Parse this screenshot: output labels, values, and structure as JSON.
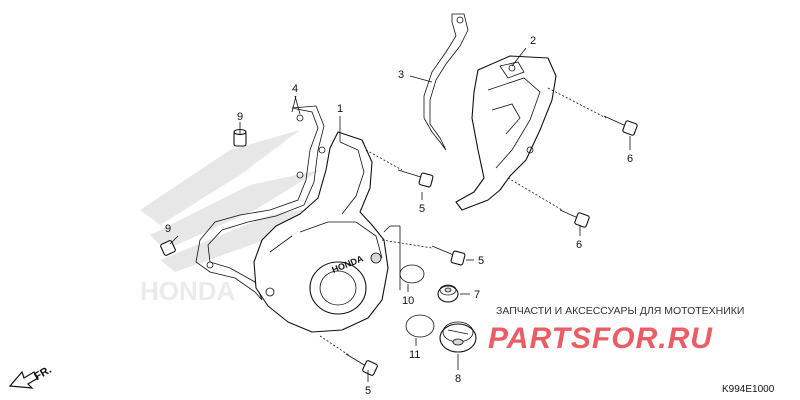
{
  "diagram": {
    "callouts": [
      {
        "id": "c1",
        "label": "1"
      },
      {
        "id": "c2",
        "label": "2"
      },
      {
        "id": "c3",
        "label": "3"
      },
      {
        "id": "c4",
        "label": "4"
      },
      {
        "id": "c5a",
        "label": "5"
      },
      {
        "id": "c5b",
        "label": "5"
      },
      {
        "id": "c5c",
        "label": "5"
      },
      {
        "id": "c6a",
        "label": "6"
      },
      {
        "id": "c6b",
        "label": "6"
      },
      {
        "id": "c7",
        "label": "7"
      },
      {
        "id": "c8",
        "label": "8"
      },
      {
        "id": "c9a",
        "label": "9"
      },
      {
        "id": "c9b",
        "label": "9"
      },
      {
        "id": "c10",
        "label": "10"
      },
      {
        "id": "c11",
        "label": "11"
      }
    ],
    "direction_label": "FR.",
    "cover_lettering": "HONDA",
    "diagram_code": "K994E1000"
  },
  "watermark": {
    "caption": "ЗАПЧАСТИ И АКСЕССУАРЫ ДЛЯ МОТОТЕХНИКИ",
    "brand": "PARTSFOR.RU",
    "background_logo": "HONDA",
    "brand_color": "#e8404a"
  }
}
